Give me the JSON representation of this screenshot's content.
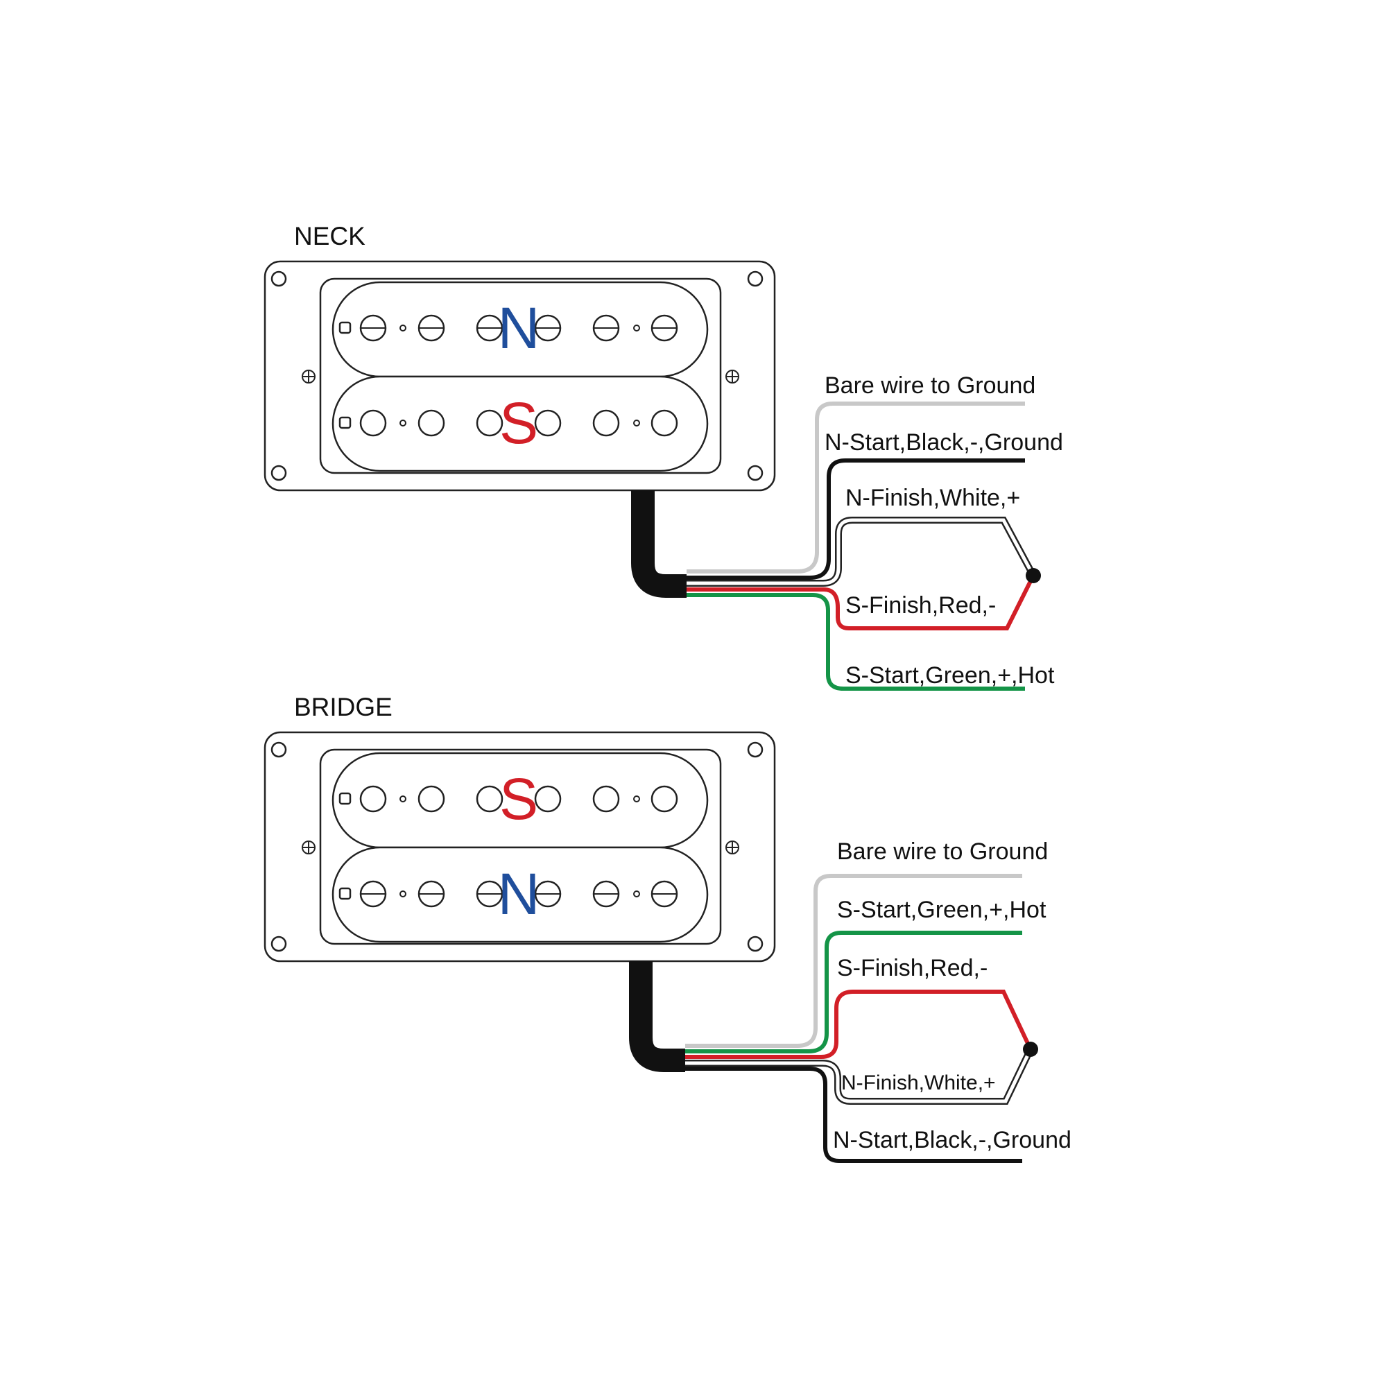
{
  "colors": {
    "bare": "#c8c8c8",
    "black": "#111111",
    "white": "#ffffff",
    "red": "#d21f27",
    "green": "#149447",
    "north_letter": "#1f4e9c",
    "south_letter": "#d21f27"
  },
  "neck": {
    "title": "NECK",
    "top_coil_letter": "N",
    "bottom_coil_letter": "S",
    "labels": {
      "bare": "Bare wire to Ground",
      "black": "N-Start,Black,-,Ground",
      "white": "N-Finish,White,+",
      "red": "S-Finish,Red,-",
      "green": "S-Start,Green,+,Hot"
    }
  },
  "bridge": {
    "title": "BRIDGE",
    "top_coil_letter": "S",
    "bottom_coil_letter": "N",
    "labels": {
      "bare": "Bare wire to Ground",
      "green": "S-Start,Green,+,Hot",
      "red": "S-Finish,Red,-",
      "white": "N-Finish,White,+",
      "black": "N-Start,Black,-,Ground"
    }
  }
}
